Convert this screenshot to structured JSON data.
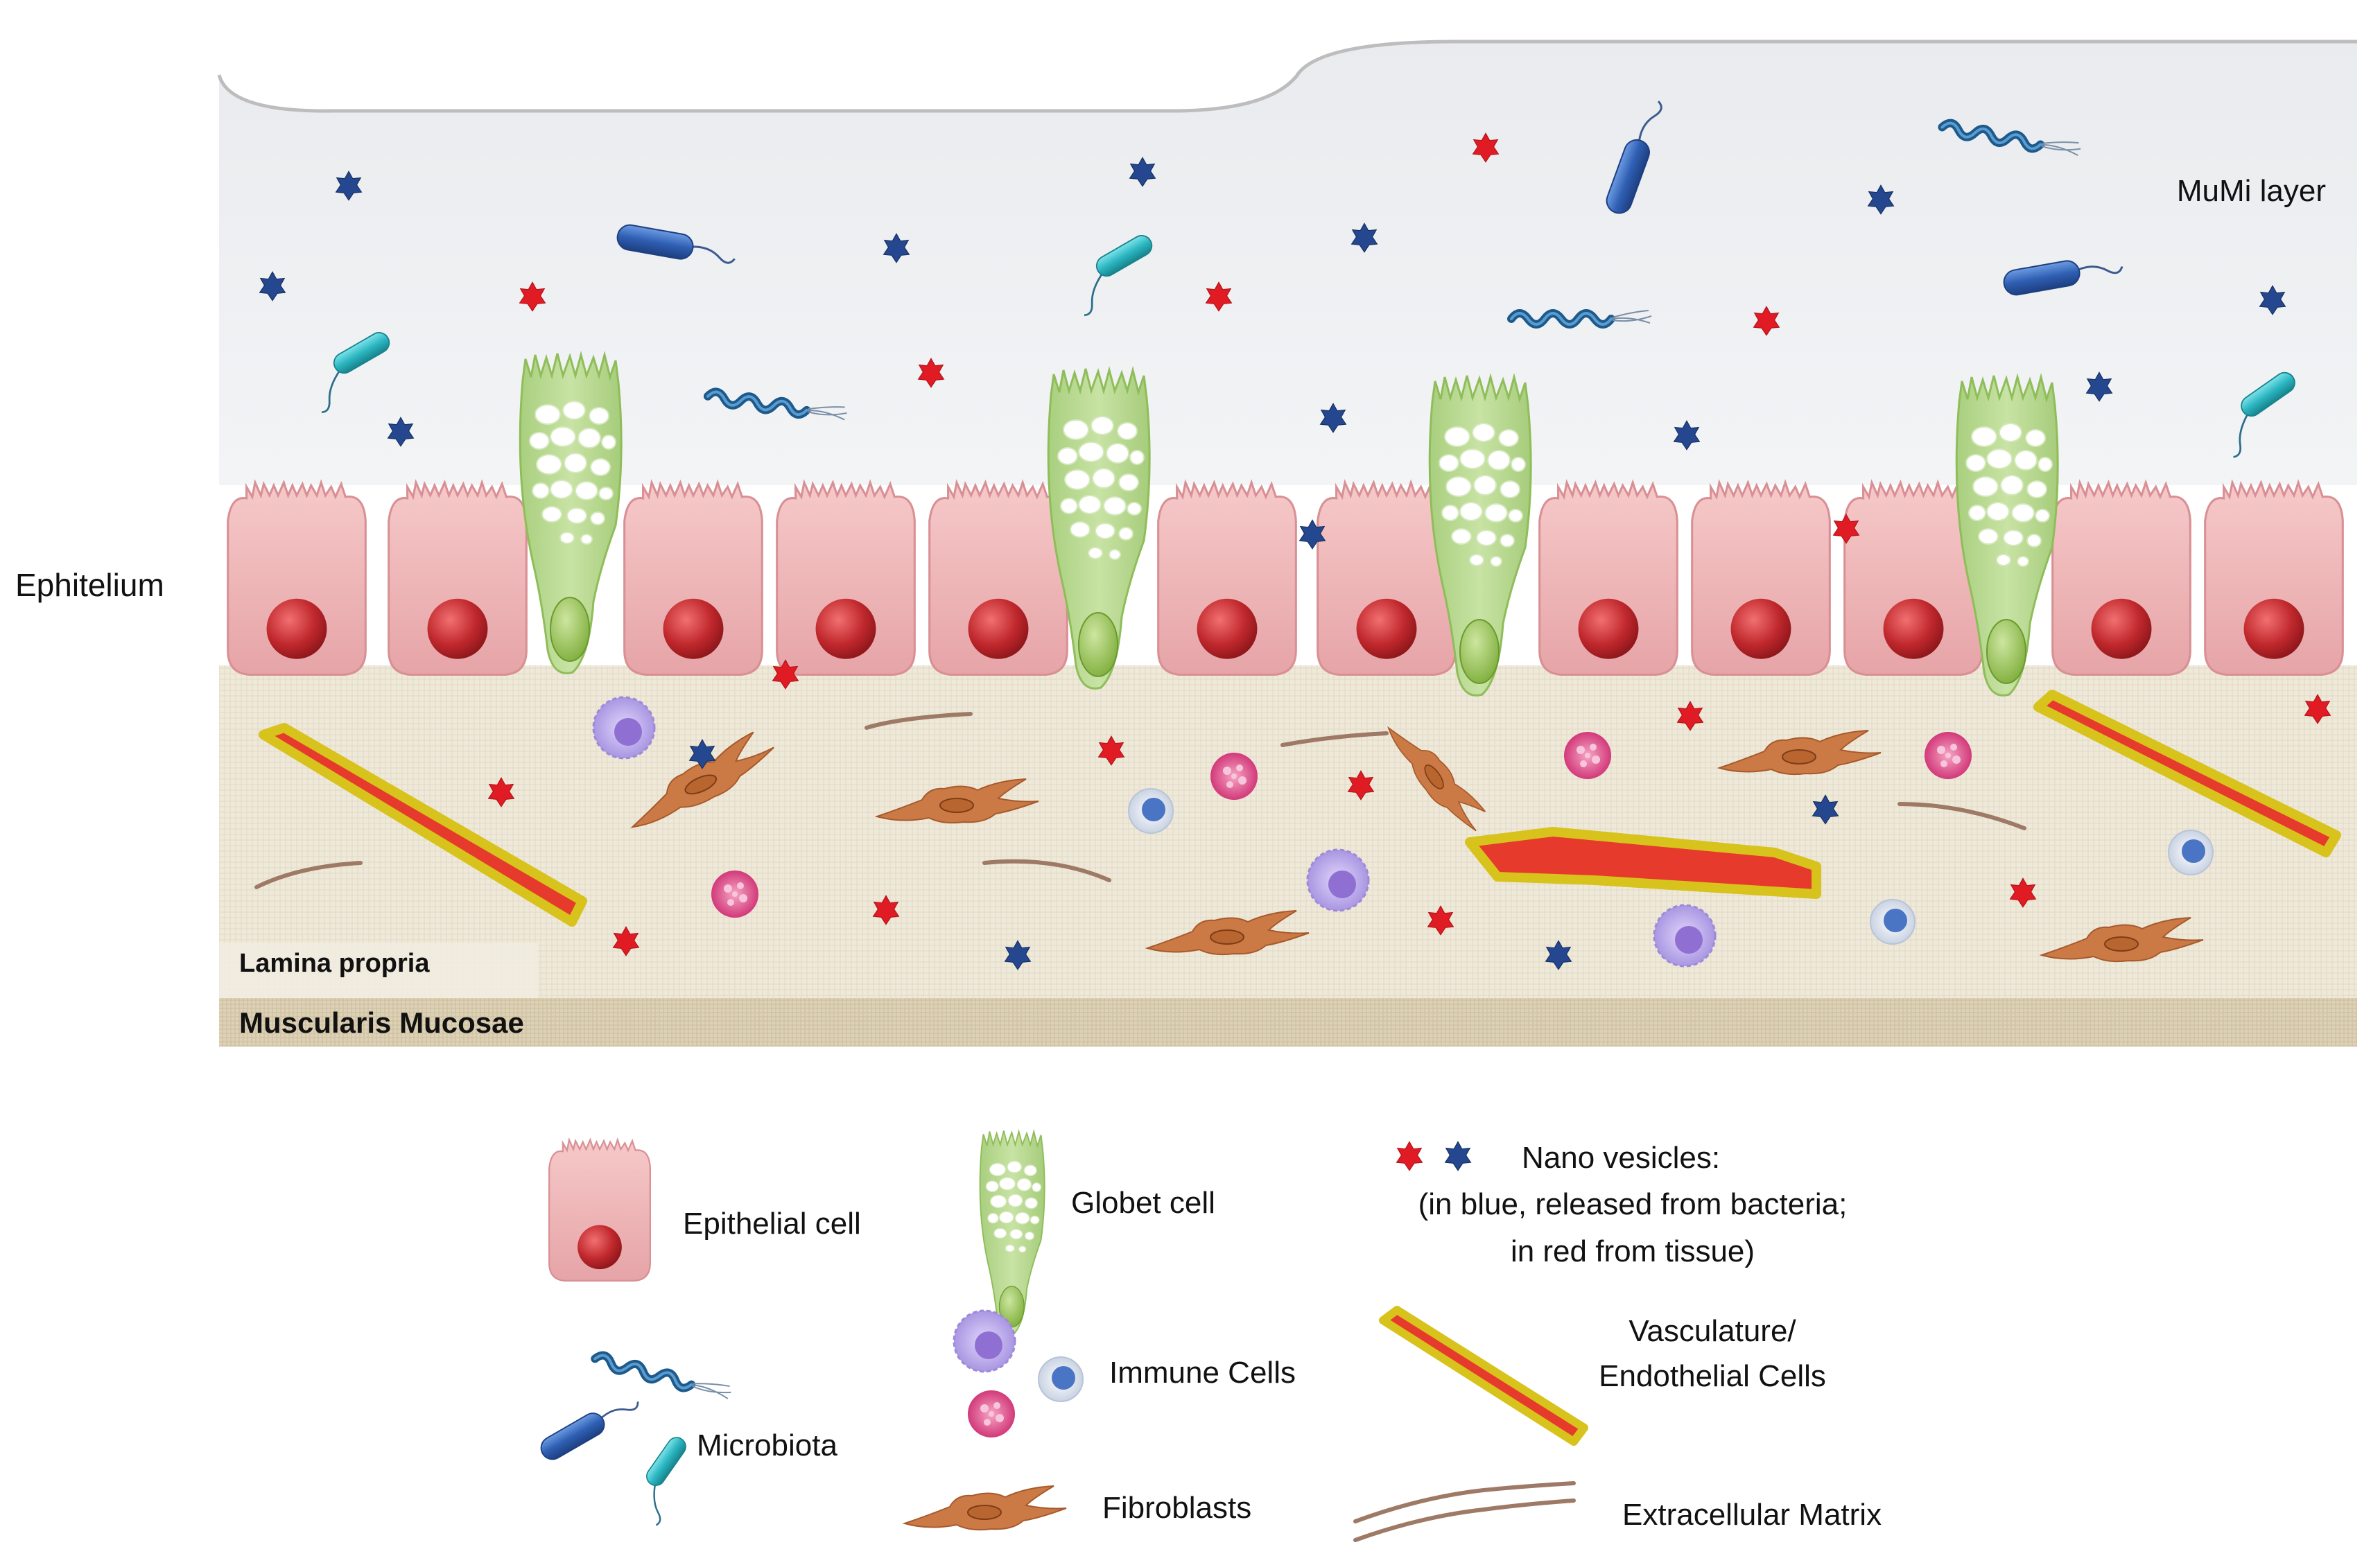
{
  "diagram": {
    "labels": {
      "mumi_layer": "MuMi layer",
      "epithelium": "Ephitelium",
      "lamina_propria": "Lamina propria",
      "muscularis": "Muscularis Mucosae"
    },
    "legend": {
      "epithelial_cell": "Epithelial cell",
      "goblet_cell": "Globet cell",
      "nano_vesicles_line1": "Nano vesicles:",
      "nano_vesicles_line2": "(in blue, released from bacteria;",
      "nano_vesicles_line3": "in red from tissue)",
      "microbiota": "Microbiota",
      "immune_cells": "Immune Cells",
      "vasculature_line1": "Vasculature/",
      "vasculature_line2": "Endothelial Cells",
      "fibroblasts": "Fibroblasts",
      "ecm": "Extracellular Matrix"
    },
    "colors": {
      "mucus": "#eef0f3",
      "epithelial": "#eeb3b5",
      "nucleus": "#c0282d",
      "goblet": "#b7d98c",
      "lamina": "#ece6d6",
      "muscularis": "#dcd0b4",
      "vesicle_blue": "#24478f",
      "vesicle_red": "#e01b24",
      "fibroblast": "#cc7a45",
      "vessel": "#e53a2c",
      "vessel_border": "#d8c21c",
      "bacteria_blue": "#2f5fb3",
      "bacteria_cyan": "#2bb6c1",
      "ecm": "#9e7a66"
    },
    "icons": [
      "epithelial-cell-icon",
      "goblet-cell-icon",
      "nano-vesicle-icon",
      "bacteria-icon",
      "immune-cell-icon",
      "fibroblast-icon",
      "vessel-icon",
      "ecm-fiber-icon"
    ]
  }
}
